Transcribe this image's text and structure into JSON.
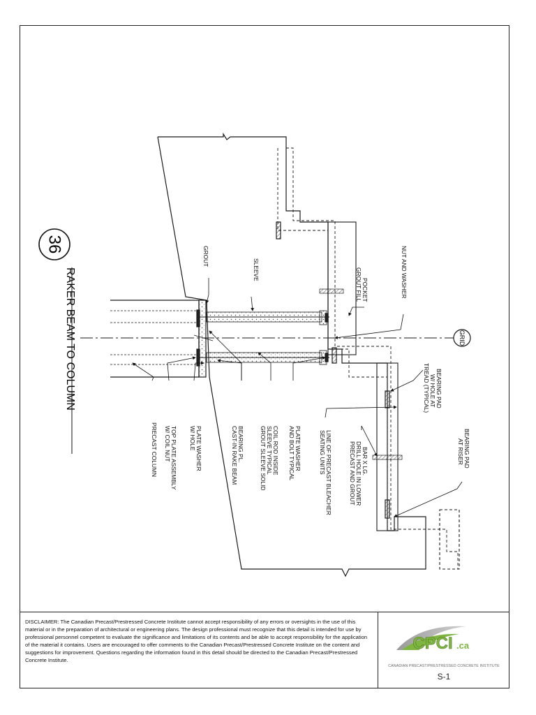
{
  "detail": {
    "number": "36",
    "title": "RAKER BEAM TO COLUMN"
  },
  "grid_label": "GRID",
  "labels": {
    "grout": "GROUT",
    "sleeve": "SLEEVE",
    "pocket": [
      "POCKET",
      "GROUT FILL"
    ],
    "nut_washer": "NUT AND WASHER",
    "bearing_pad_tread": [
      "BEARING PAD",
      "W/ HOLE AT",
      "TREAD (TYPICAL)"
    ],
    "bearing_pad_riser": [
      "BEARING PAD",
      "AT RISER"
    ],
    "precast_column": "PRECAST COLUMN",
    "top_plate": [
      "TOP PLATE ASSEMBLY",
      "W/ COIL NUT"
    ],
    "plate_washer_hole": [
      "PLATE WASHER",
      "W/ HOLE"
    ],
    "bearing_pl": [
      "BEARING PL.",
      "CAST-IN RAKE BEAM"
    ],
    "coil_rod": [
      "COIL ROD INSIDE",
      "SLEEVE TYPICAL",
      "GROUT SLEEVE SOLID"
    ],
    "plate_washer_bolt": [
      "PLATE WASHER",
      "AND BOLT TYPICAL"
    ],
    "line_of_precast": [
      "LINE OF PRECAST BLEACHER",
      "SEATING UNITS"
    ],
    "bar": [
      "BAR X LG.",
      "DRILL HOLE IN LOWER",
      "PRECAST AND GROUT"
    ]
  },
  "disclaimer": "DISCLAIMER: The Canadian Precast/Prestressed Concrete Institute cannot accept responsibility of any errors or oversights in the use of this material or in the preparation of architectural or engineering plans. The design professional must recognize that this detail is intended for use by professional personnel competent to evaluate the significance and limitations of its contents and be able to accept responsibility for the application of the material it contains. Users are encouraged to offer comments to the Canadian Precast/Prestressed Concrete Institute on the content and suggestions for improvement. Questions regarding the information found in this detail should be directed to the Canadian Precast/Prestressed Concrete Institute.",
  "logo": {
    "text": "CPCI",
    "suffix": ".ca"
  },
  "institute_name": "CANADIAN PRECAST/PRESTRESSED CONCRETE INSTITUTE",
  "sheet_number": "S-1",
  "colors": {
    "line": "#1a1a1a",
    "logo_green": "#7fb642",
    "logo_grey": "#8a8a8a"
  }
}
